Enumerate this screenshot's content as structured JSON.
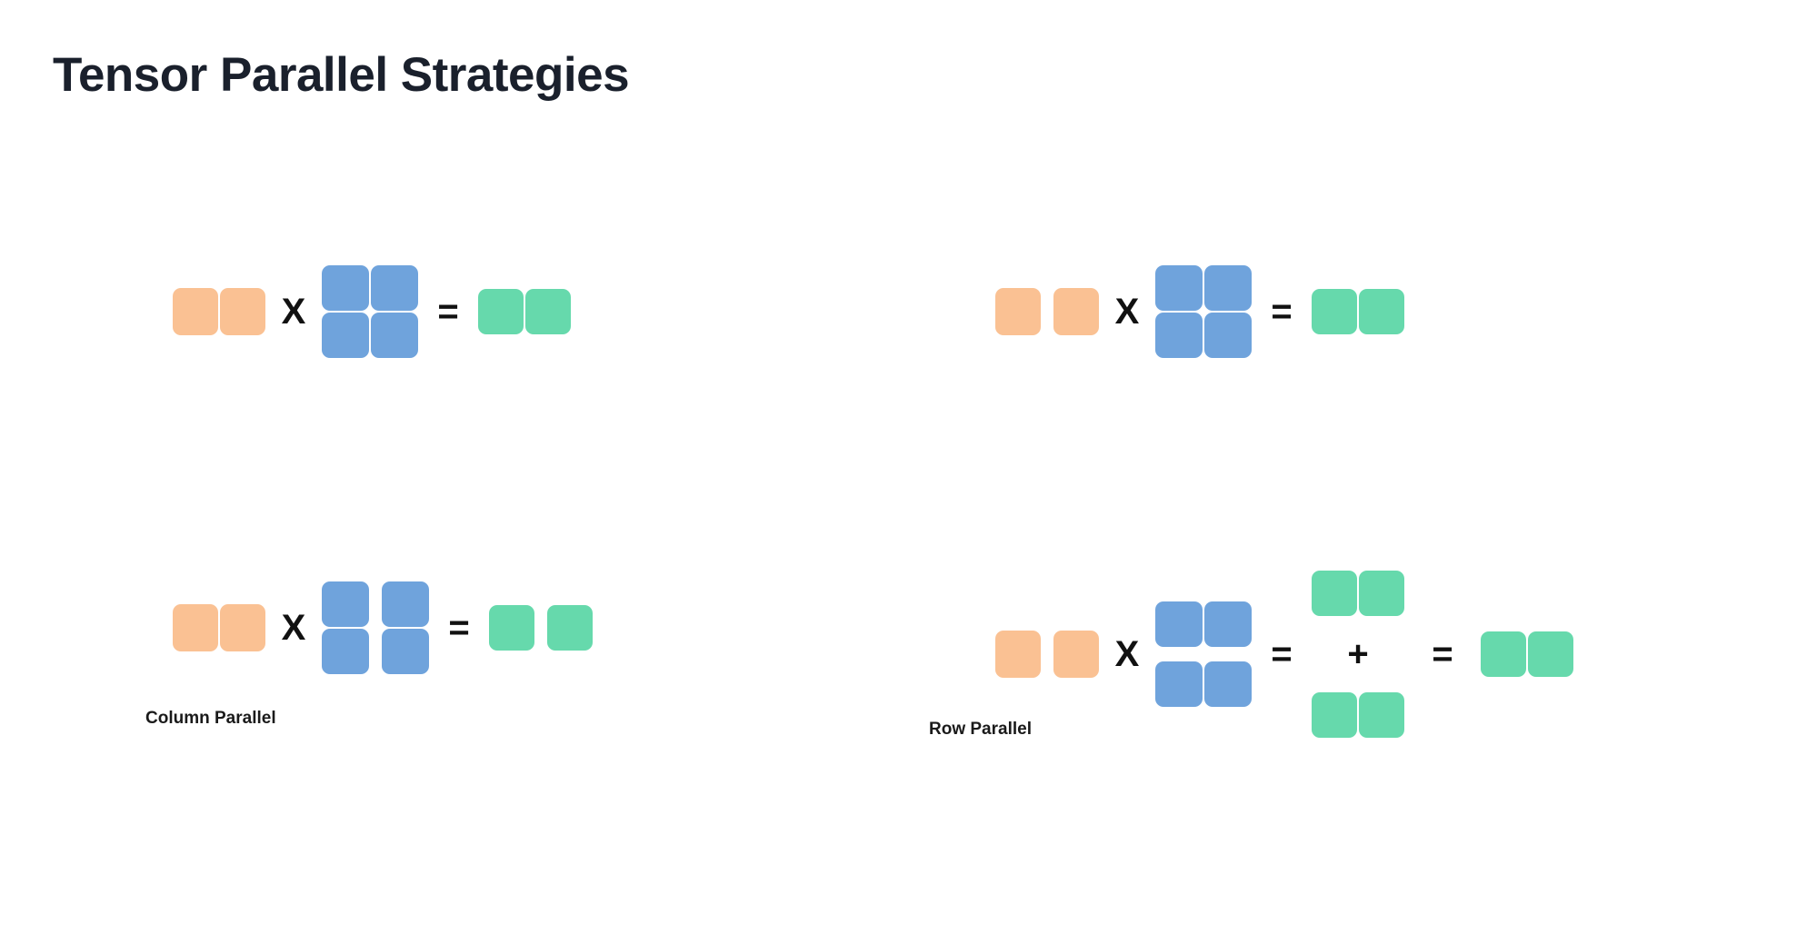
{
  "page": {
    "title": "Tensor Parallel Strategies",
    "background": "#ffffff"
  },
  "colors": {
    "title_text": "#1a202c",
    "input_orange": "#fac193",
    "weight_blue": "#6fa3dc",
    "output_green": "#66d9ac",
    "operator_black": "#111111"
  },
  "operators": {
    "multiply": "X",
    "equals": "=",
    "plus": "+"
  },
  "captions": {
    "column_parallel": "Column Parallel",
    "row_parallel": "Row Parallel"
  },
  "diagrams": [
    {
      "id": "column-parallel-top",
      "strategy": "Column Parallel",
      "variant": "unsharded",
      "position": "top-left",
      "input": {
        "color": "orange",
        "rows": 1,
        "cols": 2,
        "split": "none"
      },
      "weight": {
        "color": "blue",
        "rows": 2,
        "cols": 2,
        "split": "none"
      },
      "output": {
        "color": "green",
        "rows": 1,
        "cols": 2,
        "split": "none"
      }
    },
    {
      "id": "column-parallel-bottom",
      "strategy": "Column Parallel",
      "variant": "sharded",
      "position": "bottom-left",
      "input": {
        "color": "orange",
        "rows": 1,
        "cols": 2,
        "split": "none"
      },
      "weight": {
        "color": "blue",
        "rows": 2,
        "cols": 2,
        "split": "columns"
      },
      "output": {
        "color": "green",
        "rows": 1,
        "cols": 2,
        "split": "columns"
      }
    },
    {
      "id": "row-parallel-top",
      "strategy": "Row Parallel",
      "variant": "unsharded",
      "position": "top-right",
      "input": {
        "color": "orange",
        "rows": 1,
        "cols": 2,
        "split": "columns"
      },
      "weight": {
        "color": "blue",
        "rows": 2,
        "cols": 2,
        "split": "none"
      },
      "output": {
        "color": "green",
        "rows": 1,
        "cols": 2,
        "split": "none"
      }
    },
    {
      "id": "row-parallel-bottom",
      "strategy": "Row Parallel",
      "variant": "sharded",
      "position": "bottom-right",
      "input": {
        "color": "orange",
        "rows": 1,
        "cols": 2,
        "split": "columns"
      },
      "weight": {
        "color": "blue",
        "rows": 2,
        "cols": 2,
        "split": "rows"
      },
      "partial_sums": [
        {
          "color": "green",
          "rows": 1,
          "cols": 2
        },
        {
          "color": "green",
          "rows": 1,
          "cols": 2
        }
      ],
      "output": {
        "color": "green",
        "rows": 1,
        "cols": 2,
        "split": "none"
      }
    }
  ]
}
